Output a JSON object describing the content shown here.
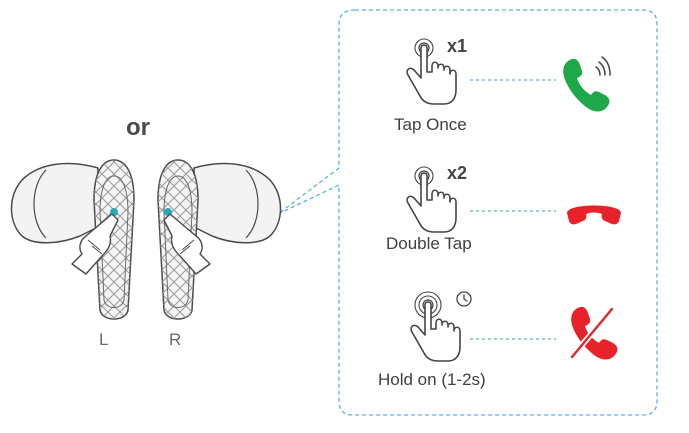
{
  "or_label": "or",
  "earbuds": {
    "left_label": "L",
    "right_label": "R",
    "touch_color": "#2aa9b8"
  },
  "colors": {
    "panel_border": "#5ab3d6",
    "answer_green": "#1ea84a",
    "hangup_red": "#e8222a",
    "line_gray": "#555555"
  },
  "actions": [
    {
      "tap_count": "x1",
      "label": "Tap Once",
      "result_icon": "answer-call-icon"
    },
    {
      "tap_count": "x2",
      "label": "Double Tap",
      "result_icon": "hang-up-icon"
    },
    {
      "tap_count": "",
      "label": "Hold on (1-2s)",
      "result_icon": "reject-call-icon"
    }
  ]
}
